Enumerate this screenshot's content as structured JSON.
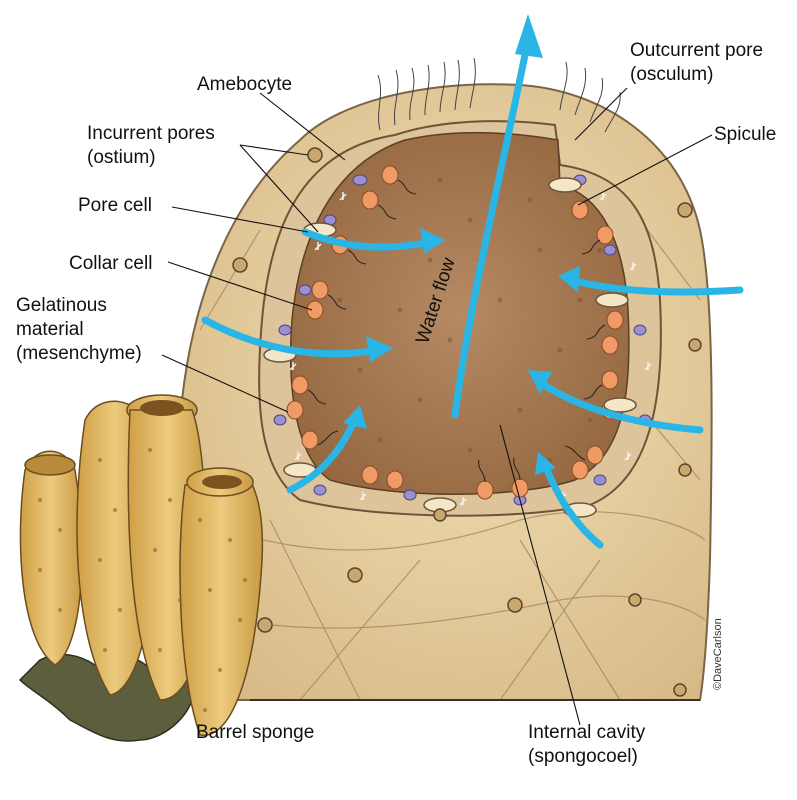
{
  "labels": {
    "amebocyte": "Amebocyte",
    "incurrent_1": "Incurrent pores",
    "incurrent_2": "(ostium)",
    "pore_cell": "Pore cell",
    "collar_cell": "Collar cell",
    "gel_1": "Gelatinous",
    "gel_2": "material",
    "gel_3": "(mesenchyme)",
    "outcurrent_1": "Outcurrent pore",
    "outcurrent_2": "(osculum)",
    "spicule": "Spicule",
    "water_flow": "Water flow",
    "barrel_sponge": "Barrel sponge",
    "cavity_1": "Internal cavity",
    "cavity_2": "(spongocoel)",
    "credit": "©DaveCarlson"
  },
  "colors": {
    "body": "#ead6a4",
    "body_shade": "#c9a979",
    "cavity": "#a67a55",
    "cavity_dark": "#8e6342",
    "arrow": "#29b6e6",
    "collar_cell": "#f09a66",
    "amebocyte": "#9b8fd0",
    "barrel": "#e1b75e",
    "seaweed": "#5d5e3e"
  }
}
